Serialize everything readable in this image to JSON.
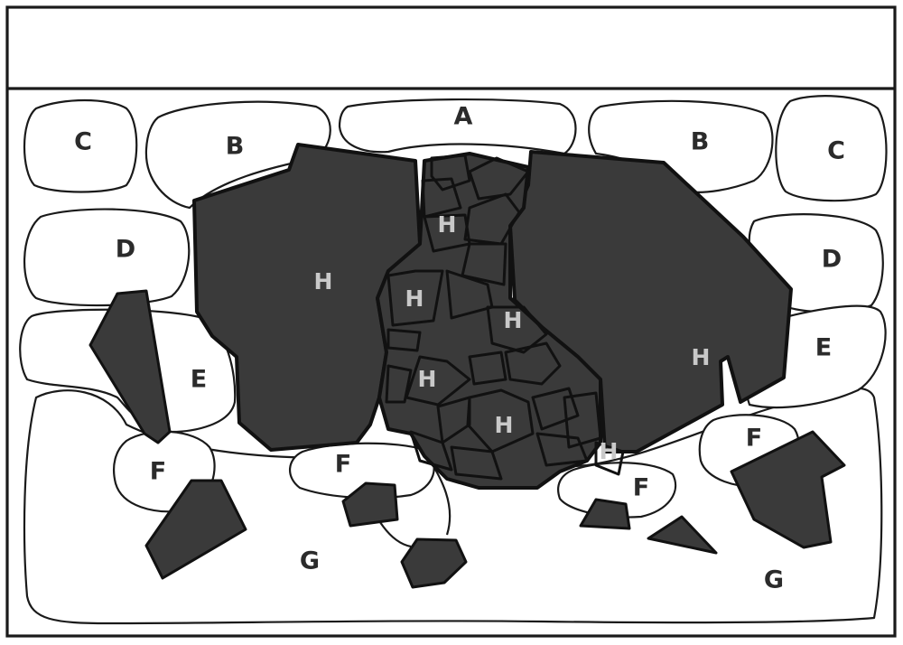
{
  "labels": {
    "a": "A",
    "b_left": "B",
    "b_right": "B",
    "c_left": "C",
    "c_right": "C",
    "d_left": "D",
    "d_right": "D",
    "e_left": "E",
    "e_right": "E",
    "f_left": "F",
    "f_center_left": "F",
    "f_center_right": "F",
    "f_right": "F",
    "g_left": "G",
    "g_right": "G",
    "h_left_large": "H",
    "h_right_large": "H",
    "h_center_top": "H",
    "h_center_1": "H",
    "h_center_2": "H",
    "h_center_3": "H",
    "h_center_4": "H",
    "h_center_5": "H"
  },
  "colors": {
    "dark_fill": "#3a3a3a",
    "outline": "#1a1a1a",
    "background": "#ffffff",
    "h_label": "#c9c9c9"
  }
}
